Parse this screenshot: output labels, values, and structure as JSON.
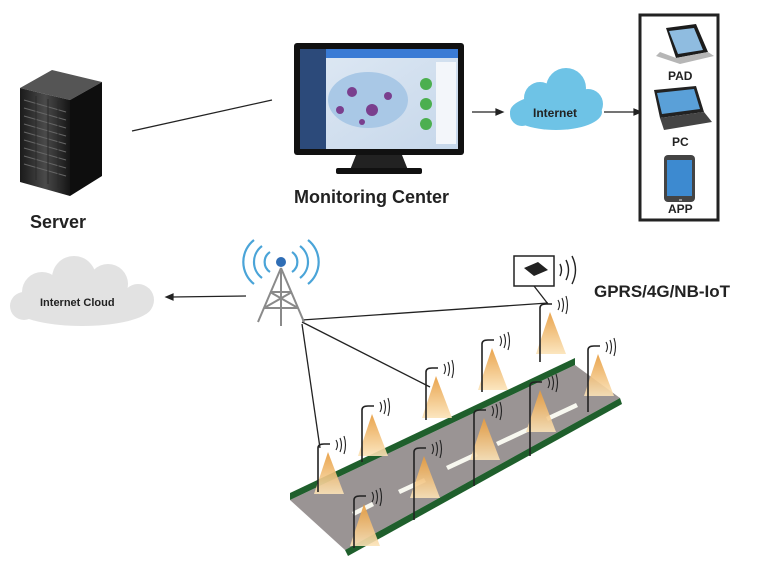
{
  "labels": {
    "server": "Server",
    "monitoring_center": "Monitoring Center",
    "internet": "Internet",
    "pad": "PAD",
    "pc": "PC",
    "app": "APP",
    "internet_cloud": "Internet Cloud",
    "network": "GPRS/4G/NB-IoT"
  },
  "colors": {
    "cloud_blue": "#6ec3e6",
    "cloud_grey": "#e4e4e4",
    "road": "#9a9494",
    "verge": "#1f5f2c",
    "lamp_light": "#f2b35a",
    "line": "#222222"
  },
  "icons": {
    "server": "server-tower-icon",
    "monitor": "monitor-icon",
    "tower": "signal-tower-icon",
    "tablet": "tablet-icon",
    "laptop": "laptop-icon",
    "phone": "phone-icon",
    "concentrator": "concentrator-icon"
  }
}
